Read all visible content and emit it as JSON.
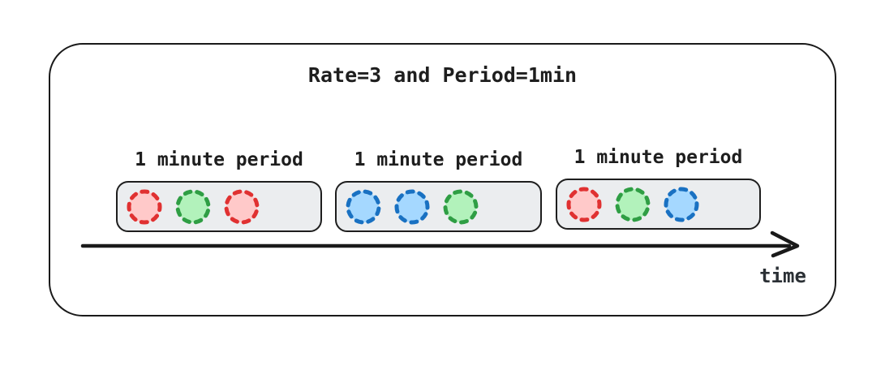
{
  "diagram": {
    "title": "Rate=3 and Period=1min",
    "time_axis_label": "time",
    "periods": [
      {
        "label": "1 minute period",
        "circles": [
          "red",
          "green",
          "red"
        ]
      },
      {
        "label": "1 minute period",
        "circles": [
          "blue",
          "blue",
          "green"
        ]
      },
      {
        "label": "1 minute period",
        "circles": [
          "red",
          "green",
          "blue"
        ]
      }
    ],
    "colors": {
      "red": {
        "stroke": "#e03131",
        "fill": "#ffc9c9"
      },
      "green": {
        "stroke": "#2f9e44",
        "fill": "#b2f2bb"
      },
      "blue": {
        "stroke": "#1971c2",
        "fill": "#a5d8ff"
      },
      "outline": "#1a1a1a",
      "box_fill": "#ebedef"
    }
  }
}
